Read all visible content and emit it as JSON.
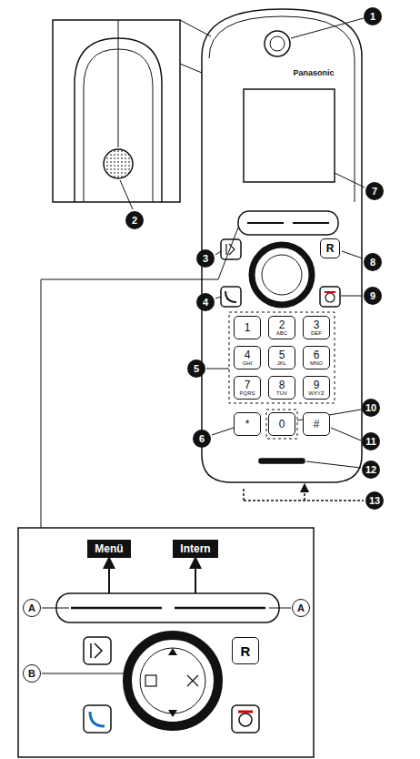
{
  "diagram": {
    "nodes": [
      {
        "text": [
          "R"
        ]
      },
      {
        "text": [
          "1"
        ]
      },
      {
        "text": [
          "2",
          "ABC"
        ]
      },
      {
        "text": [
          "3",
          "DEF"
        ]
      },
      {
        "text": [
          "4",
          "GHI"
        ]
      },
      {
        "text": [
          "5",
          "JKL"
        ]
      },
      {
        "text": [
          "6",
          "MNO"
        ]
      },
      {
        "text": [
          "7",
          "PQRS"
        ]
      },
      {
        "text": [
          "8",
          "TUV"
        ]
      },
      {
        "text": [
          "9",
          "WXYZ"
        ]
      },
      {
        "text": [
          "*"
        ]
      },
      {
        "text": [
          "0"
        ]
      },
      {
        "text": [
          "#"
        ]
      },
      {
        "text": [
          "Menü"
        ]
      },
      {
        "text": [
          "Intern"
        ]
      },
      {
        "text": [
          "R"
        ]
      }
    ],
    "labels": [
      "1",
      "2",
      "3",
      "4",
      "5",
      "6",
      "7",
      "8",
      "9",
      "10",
      "11",
      "12",
      "13",
      "Panasonic",
      "A",
      "A",
      "B"
    ]
  }
}
